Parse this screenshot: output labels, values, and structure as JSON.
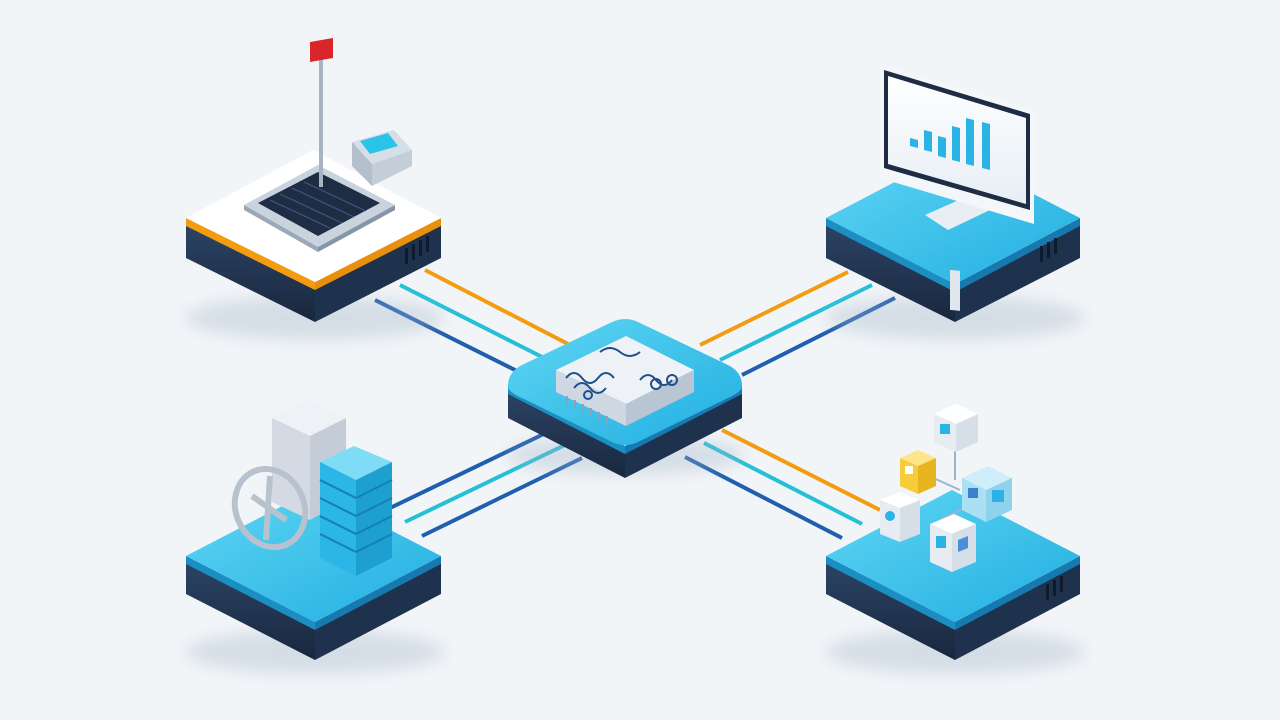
{
  "diagram": {
    "type": "isometric-network-hub",
    "hub": {
      "name": "central-chip-hub"
    },
    "nodes": [
      {
        "name": "scale-station",
        "position": "top-left",
        "top_color": "#ffffff",
        "accent": "#f39c12"
      },
      {
        "name": "analytics-monitor",
        "position": "top-right",
        "top_color": "#35c3ec",
        "accent": "#1b8fc2"
      },
      {
        "name": "server-storage",
        "position": "bottom-left",
        "top_color": "#35c3ec",
        "accent": "#1b8fc2"
      },
      {
        "name": "app-icon-cluster",
        "position": "bottom-right",
        "top_color": "#35c3ec",
        "accent": "#1b8fc2"
      }
    ],
    "connection_colors": [
      "#f39c12",
      "#26c0d6",
      "#1f5fae"
    ]
  },
  "colors": {
    "background": "#f2f5f8",
    "platform_base": "#243b5c",
    "platform_top": "#35c3ec",
    "orange": "#f39c12",
    "cyan": "#26c0d6",
    "navy": "#1f5fae"
  }
}
